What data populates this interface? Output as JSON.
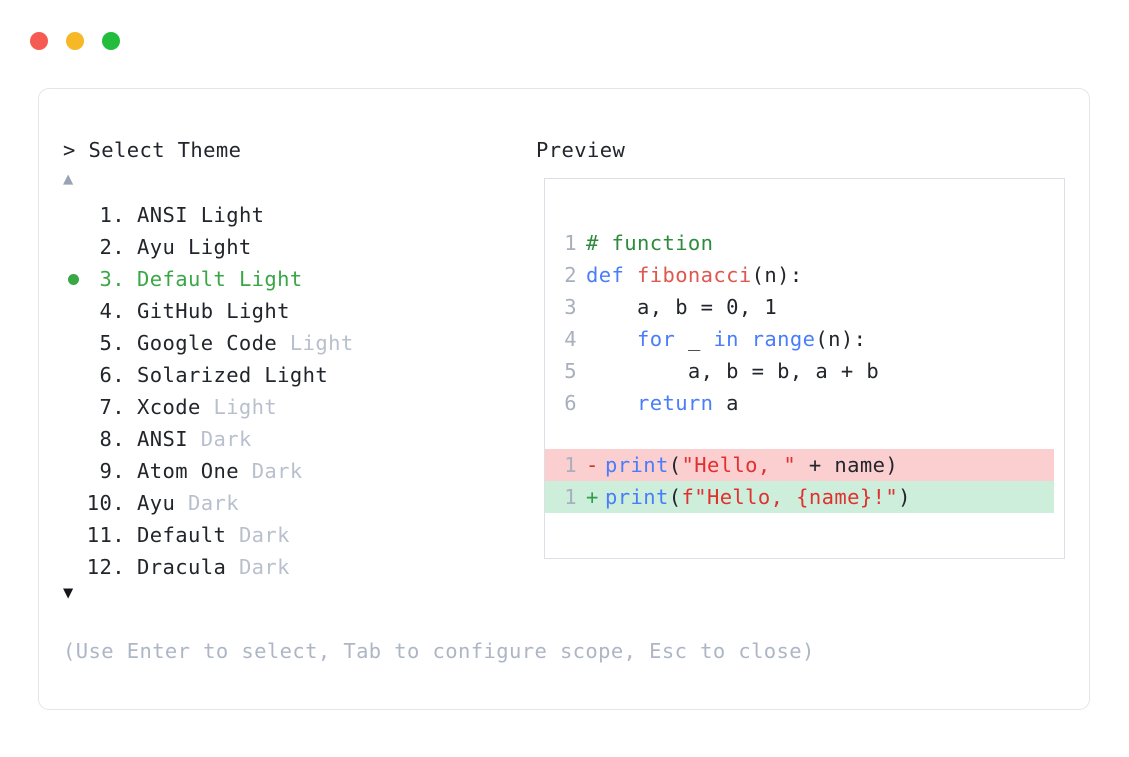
{
  "window": {
    "buttons": [
      {
        "name": "close",
        "color": "#f55b53"
      },
      {
        "name": "minimize",
        "color": "#f6b825"
      },
      {
        "name": "maximize",
        "color": "#22bd3c"
      }
    ]
  },
  "prompt": {
    "header": "> Select Theme",
    "scroll_up_icon": "▲",
    "scroll_down_icon": "▼",
    "selected_index": 3,
    "selection_marker": "●",
    "items": [
      {
        "num": "1.",
        "name": "ANSI",
        "suffix": "Light",
        "suffix_muted": false,
        "selected": false
      },
      {
        "num": "2.",
        "name": "Ayu",
        "suffix": "Light",
        "suffix_muted": false,
        "selected": false
      },
      {
        "num": "3.",
        "name": "Default",
        "suffix": "Light",
        "suffix_muted": false,
        "selected": true
      },
      {
        "num": "4.",
        "name": "GitHub",
        "suffix": "Light",
        "suffix_muted": false,
        "selected": false
      },
      {
        "num": "5.",
        "name": "Google Code",
        "suffix": "Light",
        "suffix_muted": true,
        "selected": false
      },
      {
        "num": "6.",
        "name": "Solarized",
        "suffix": "Light",
        "suffix_muted": false,
        "selected": false
      },
      {
        "num": "7.",
        "name": "Xcode",
        "suffix": "Light",
        "suffix_muted": true,
        "selected": false
      },
      {
        "num": "8.",
        "name": "ANSI",
        "suffix": "Dark",
        "suffix_muted": true,
        "selected": false
      },
      {
        "num": "9.",
        "name": "Atom One",
        "suffix": "Dark",
        "suffix_muted": true,
        "selected": false
      },
      {
        "num": "10.",
        "name": "Ayu",
        "suffix": "Dark",
        "suffix_muted": true,
        "selected": false
      },
      {
        "num": "11.",
        "name": "Default",
        "suffix": "Dark",
        "suffix_muted": true,
        "selected": false
      },
      {
        "num": "12.",
        "name": "Dracula",
        "suffix": "Dark",
        "suffix_muted": true,
        "selected": false
      }
    ]
  },
  "preview": {
    "header": "Preview",
    "code_lines": [
      {
        "ln": "1",
        "tokens": [
          {
            "text": "# function",
            "type": "comment"
          }
        ]
      },
      {
        "ln": "2",
        "tokens": [
          {
            "text": "def ",
            "type": "keyword"
          },
          {
            "text": "fibonacci",
            "type": "func"
          },
          {
            "text": "(n):",
            "type": "plain"
          }
        ]
      },
      {
        "ln": "3",
        "tokens": [
          {
            "text": "    a, b = 0, 1",
            "type": "plain"
          }
        ]
      },
      {
        "ln": "4",
        "tokens": [
          {
            "text": "    ",
            "type": "plain"
          },
          {
            "text": "for",
            "type": "keyword"
          },
          {
            "text": " _ ",
            "type": "plain"
          },
          {
            "text": "in",
            "type": "keyword"
          },
          {
            "text": " ",
            "type": "plain"
          },
          {
            "text": "range",
            "type": "keyword"
          },
          {
            "text": "(n):",
            "type": "plain"
          }
        ]
      },
      {
        "ln": "5",
        "tokens": [
          {
            "text": "        a, b = b, a + b",
            "type": "plain"
          }
        ]
      },
      {
        "ln": "6",
        "tokens": [
          {
            "text": "    ",
            "type": "plain"
          },
          {
            "text": "return",
            "type": "keyword"
          },
          {
            "text": " a",
            "type": "plain"
          }
        ]
      }
    ],
    "diff_lines": [
      {
        "ln": "1",
        "kind": "del",
        "marker": "-",
        "tokens": [
          {
            "text": "print",
            "type": "keyword"
          },
          {
            "text": "(",
            "type": "plain"
          },
          {
            "text": "\"Hello, \"",
            "type": "string"
          },
          {
            "text": " + name)",
            "type": "plain"
          }
        ]
      },
      {
        "ln": "1",
        "kind": "add",
        "marker": "+",
        "tokens": [
          {
            "text": "print",
            "type": "keyword"
          },
          {
            "text": "(",
            "type": "plain"
          },
          {
            "text": "f\"Hello, {name}!\"",
            "type": "string"
          },
          {
            "text": ")",
            "type": "plain"
          }
        ]
      }
    ]
  },
  "footer": {
    "hint": "(Use Enter to select, Tab to configure scope, Esc to close)"
  },
  "colors": {
    "selected_green": "#3aa746",
    "muted_grey": "#b9c0cd",
    "comment_green": "#2e8b3d",
    "keyword_blue": "#4a7dfa",
    "function_red": "#e0574f",
    "string_red": "#e03030",
    "diff_del_bg": "#fbcfcf",
    "diff_add_bg": "#cdeeda",
    "panel_border": "#e3e5ea"
  }
}
